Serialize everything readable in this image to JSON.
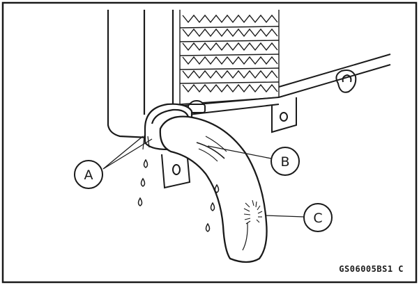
{
  "callouts": {
    "a": "A",
    "b": "B",
    "c": "C"
  },
  "figure_code": "GS06005BS1 C"
}
